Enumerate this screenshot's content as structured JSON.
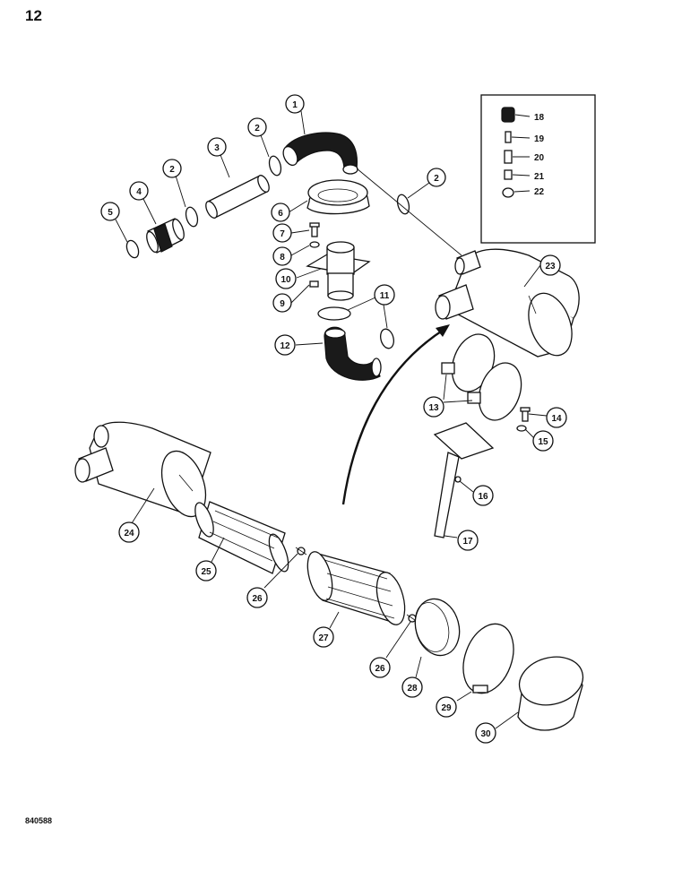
{
  "page": {
    "number": "12",
    "drawing_code": "840588"
  },
  "callouts": {
    "c1": "1",
    "c2a": "2",
    "c2b": "2",
    "c2c": "2",
    "c3": "3",
    "c4": "4",
    "c5": "5",
    "c6": "6",
    "c7": "7",
    "c8": "8",
    "c9": "9",
    "c10": "10",
    "c11": "11",
    "c12": "12",
    "c13": "13",
    "c14": "14",
    "c15": "15",
    "c16": "16",
    "c17": "17",
    "c18": "18",
    "c19": "19",
    "c20": "20",
    "c21": "21",
    "c22": "22",
    "c23": "23",
    "c24": "24",
    "c25": "25",
    "c26a": "26",
    "c26b": "26",
    "c27": "27",
    "c28": "28",
    "c29": "29",
    "c30": "30"
  }
}
